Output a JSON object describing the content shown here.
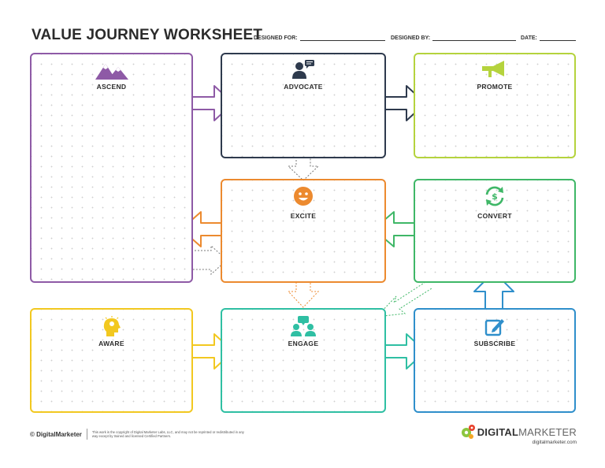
{
  "header": {
    "title": "VALUE JOURNEY WORKSHEET",
    "designed_for": "DESIGNED FOR:",
    "designed_by": "DESIGNED BY:",
    "date": "DATE:"
  },
  "stages": {
    "ascend": "ASCEND",
    "advocate": "ADVOCATE",
    "promote": "PROMOTE",
    "excite": "EXCITE",
    "convert": "CONVERT",
    "aware": "AWARE",
    "engage": "ENGAGE",
    "subscribe": "SUBSCRIBE"
  },
  "colors": {
    "ascend": "#8e5aa6",
    "advocate": "#2e3a4d",
    "promote": "#b5d33d",
    "excite": "#ec8a2f",
    "convert": "#3fb767",
    "aware": "#f2c820",
    "engage": "#2fbfa3",
    "subscribe": "#2f8fcb"
  },
  "footer": {
    "brand": "DigitalMarketer",
    "copyright": "This work is the copyright of Digital Marketer Labs, LLC, and may not be reprinted or redistributed in any way except by trained and licensed Certified Partners.",
    "logo_left": "DIGITAL",
    "logo_right": "MARKETER",
    "url": "digitalmarketer.com"
  }
}
